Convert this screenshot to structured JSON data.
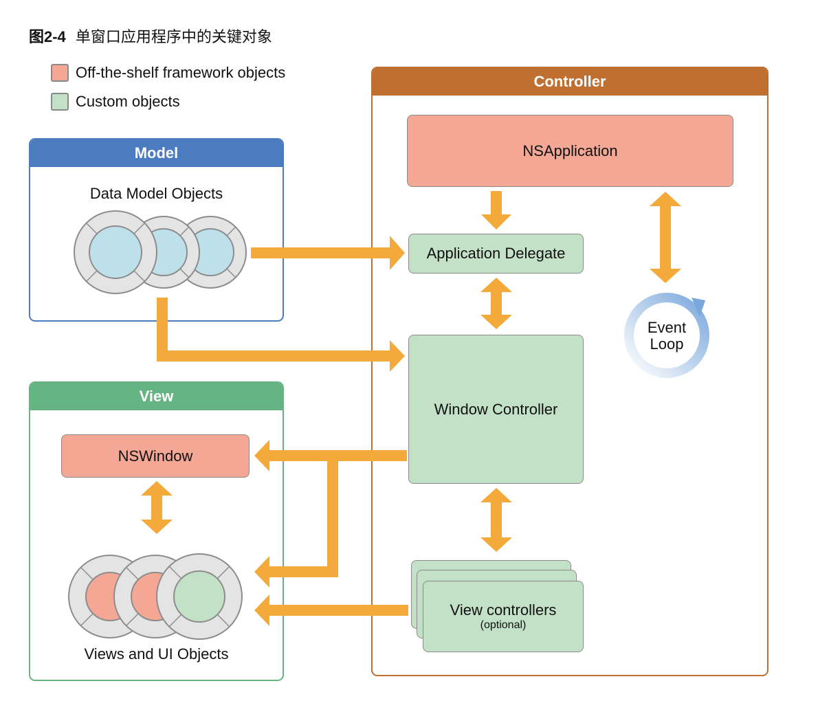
{
  "caption": {
    "number": "图2-4",
    "title": "单窗口应用程序中的关键对象"
  },
  "legend": [
    {
      "label": "Off-the-shelf framework objects",
      "color": "#f5a795"
    },
    {
      "label": "Custom objects",
      "color": "#c3e1c7"
    }
  ],
  "panels": {
    "model": {
      "title": "Model",
      "color": "#4b7cc0"
    },
    "view": {
      "title": "View",
      "color": "#66b484"
    },
    "controller": {
      "title": "Controller",
      "color": "#bf6f2f"
    }
  },
  "model": {
    "objects_label": "Data Model Objects"
  },
  "view": {
    "window": "NSWindow",
    "objects_label": "Views and UI Objects"
  },
  "controller": {
    "application": "NSApplication",
    "delegate": "Application Delegate",
    "window_controller": "Window Controller",
    "view_controllers": "View controllers",
    "view_controllers_note": "(optional)",
    "event_loop_line1": "Event",
    "event_loop_line2": "Loop"
  },
  "colors": {
    "arrow": "#f4a93b",
    "loop": "#7aa7dc",
    "ring": "#e4e4e4",
    "model_object": "#bde0ea"
  }
}
